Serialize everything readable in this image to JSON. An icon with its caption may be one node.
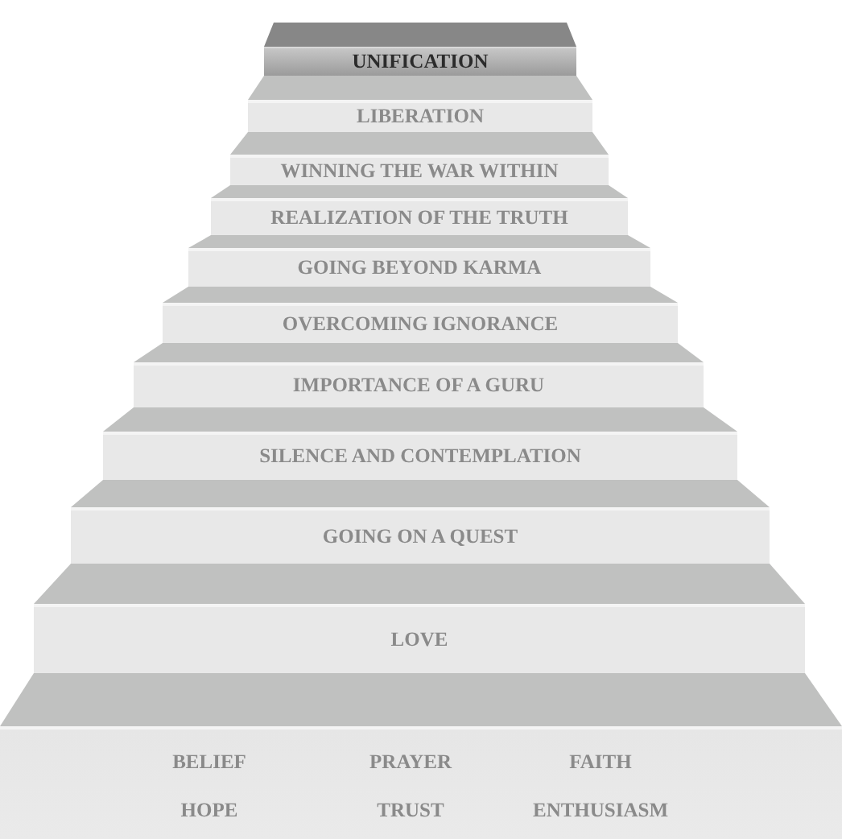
{
  "diagram": {
    "nodes": [
      {
        "text": [
          "UNIFICATION"
        ]
      },
      {
        "text": [
          "LIBERATION"
        ]
      },
      {
        "text": [
          "WINNING THE WAR WITHIN"
        ]
      },
      {
        "text": [
          "REALIZATION OF THE TRUTH"
        ]
      },
      {
        "text": [
          "GOING BEYOND KARMA"
        ]
      },
      {
        "text": [
          "OVERCOMING IGNORANCE"
        ]
      },
      {
        "text": [
          "IMPORTANCE OF A GURU"
        ]
      },
      {
        "text": [
          "SILENCE AND CONTEMPLATION"
        ]
      },
      {
        "text": [
          "GOING ON A QUEST"
        ]
      },
      {
        "text": [
          "LOVE"
        ]
      },
      {
        "text": [
          "BELIEF",
          "PRAYER",
          "FAITH",
          "HOPE",
          "TRUST",
          "ENTHUSIASM"
        ]
      }
    ]
  }
}
